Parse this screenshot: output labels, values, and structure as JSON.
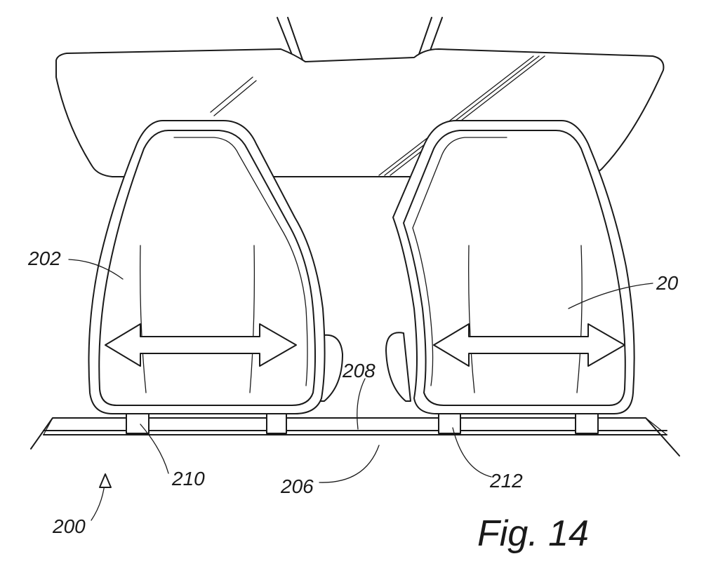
{
  "figure": {
    "caption": "Fig. 14"
  },
  "labels": {
    "assembly": "200",
    "left_seat": "202",
    "right_seat": "20",
    "floor": "206",
    "rail": "208",
    "left_mount": "210",
    "right_mount": "212"
  }
}
